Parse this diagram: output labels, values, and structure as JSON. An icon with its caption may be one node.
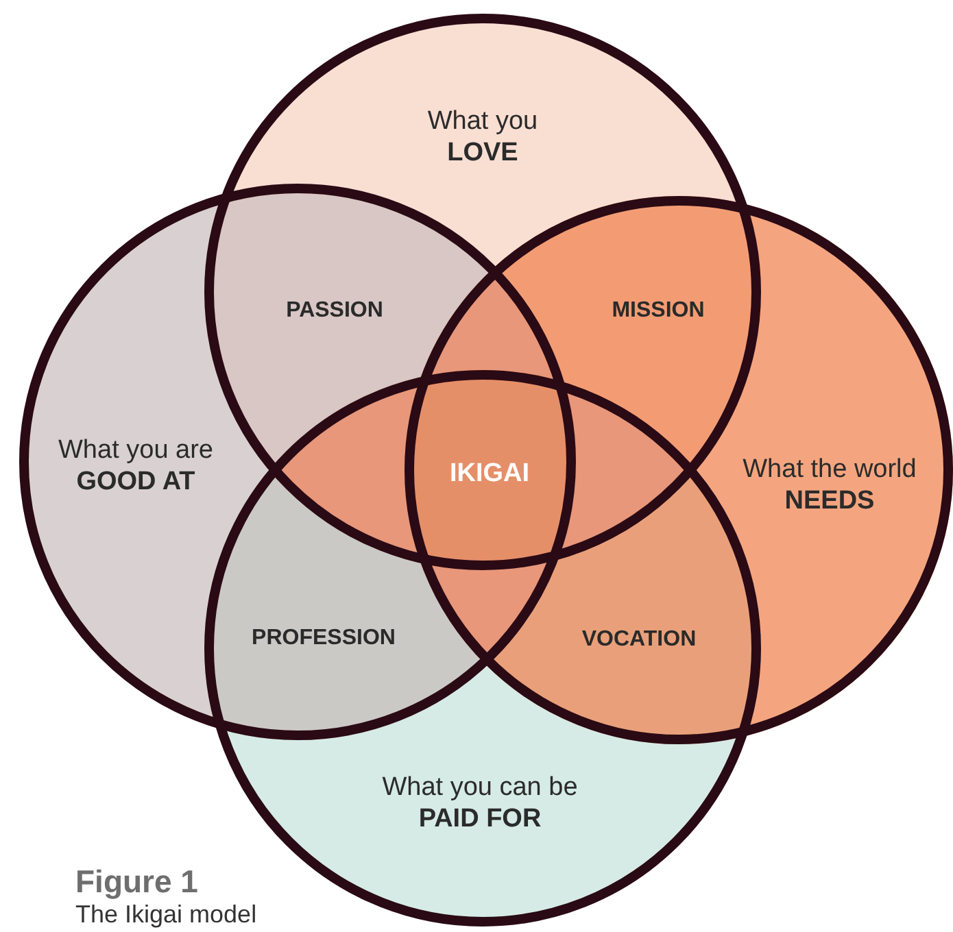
{
  "diagram": {
    "title": "Figure 1",
    "caption": "The Ikigai model",
    "nodes": [
      {
        "text": [
          "What you **LOVE**"
        ]
      },
      {
        "text": [
          "What you are **GOOD AT**"
        ]
      },
      {
        "text": [
          "What the world **NEEDS**"
        ]
      },
      {
        "text": [
          "What you can be **PAID FOR**"
        ]
      }
    ],
    "labels": [
      "PASSION",
      "MISSION",
      "IKIGAI",
      "PROFESSION",
      "VOCATION"
    ]
  }
}
